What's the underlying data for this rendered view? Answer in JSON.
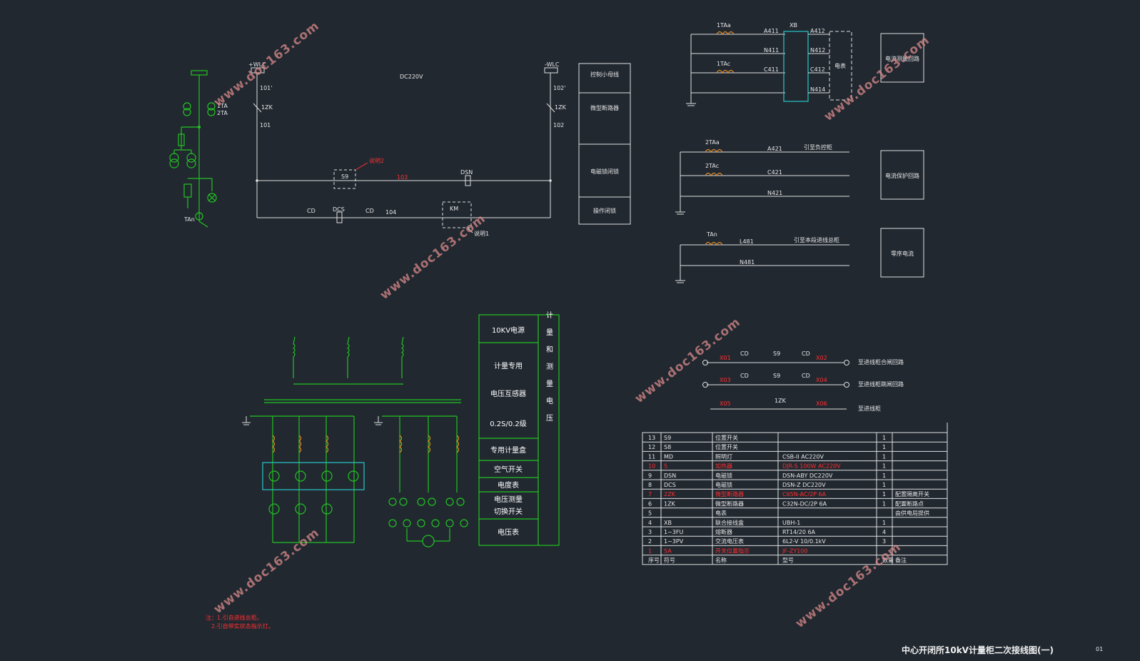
{
  "title_block": {
    "title": "中心开闭所10kV计量柜二次接线图(一)",
    "sheet": "01"
  },
  "watermark": "www.doc163.com",
  "single_line": {
    "bus": "1TA",
    "ta2": "2TA",
    "tan": "TAn"
  },
  "control_circuit": {
    "bus_left": "+WLC",
    "bus_right": "-WLC",
    "voltage": "DC220V",
    "w101p": "101'",
    "w102p": "102'",
    "w101": "101",
    "w102": "102",
    "zk_left": "1ZK",
    "zk_right": "1ZK",
    "s9": "S9",
    "s9_note": "说明2",
    "w103": "103",
    "dsn": "DSN",
    "cd_left": "CD",
    "dcs": "DCS",
    "cd_mid": "CD",
    "w104": "104",
    "km": "KM",
    "km_note": "说明1"
  },
  "side_labels": [
    "控制小母线",
    "微型断路器",
    "电磁锁闭锁",
    "操作闭锁"
  ],
  "ct_top": {
    "ta_a": "1TAa",
    "ta_c": "1TAc",
    "xb": "XB",
    "a411": "A411",
    "n411": "N411",
    "c411": "C411",
    "a412": "A412",
    "n412": "N412",
    "c412": "C412",
    "n414": "N414",
    "meter": "电表",
    "box": "电流测量回路"
  },
  "ct_mid": {
    "ta_a": "2TAa",
    "ta_c": "2TAc",
    "a421": "A421",
    "c421": "C421",
    "n421": "N421",
    "dest": "引至负控柜",
    "box": "电流保护回路"
  },
  "ct_bot": {
    "tan": "TAn",
    "l481": "L481",
    "n481": "N481",
    "dest": "引至本段进线总柜",
    "box": "零序电流"
  },
  "pt_panel": {
    "header": "10KV电源",
    "row1": "计量专用",
    "row2": "电压互感器",
    "row3": "0.2S/0.2级",
    "row4": "专用计量盒",
    "row5": "空气开关",
    "row6": "电度表",
    "row7": "电压测量",
    "row8": "切换开关",
    "row9": "电压表",
    "vertical": "计量和测量电压"
  },
  "interlock": {
    "r1": {
      "a": "X01",
      "cd": "CD",
      "s9": "S9",
      "cd2": "CD",
      "b": "X02",
      "dest": "至进线柜合闸回路"
    },
    "r2": {
      "a": "X03",
      "cd": "CD",
      "s9": "S9",
      "cd2": "CD",
      "b": "X04",
      "dest": "至进线柜跳闸回路"
    },
    "r3": {
      "a": "X05",
      "zk": "1ZK",
      "b": "X06",
      "dest": "至进线柜"
    }
  },
  "bom": {
    "header": [
      "序号",
      "符号",
      "名称",
      "型号",
      "数量",
      "备注"
    ],
    "rows": [
      {
        "no": "13",
        "sym": "S9",
        "name": "位置开关",
        "model": "",
        "qty": "1",
        "note": "",
        "red": false
      },
      {
        "no": "12",
        "sym": "S8",
        "name": "位置开关",
        "model": "",
        "qty": "1",
        "note": "",
        "red": false
      },
      {
        "no": "11",
        "sym": "MD",
        "name": "照明灯",
        "model": "CSB-II AC220V",
        "qty": "1",
        "note": "",
        "red": false
      },
      {
        "no": "10",
        "sym": "S",
        "name": "加热器",
        "model": "DJR-S 100W AC220V",
        "qty": "1",
        "note": "",
        "red": true
      },
      {
        "no": "9",
        "sym": "DSN",
        "name": "电磁锁",
        "model": "DSN-ABY DC220V",
        "qty": "1",
        "note": "",
        "red": false
      },
      {
        "no": "8",
        "sym": "DCS",
        "name": "电磁锁",
        "model": "DSN-Z DC220V",
        "qty": "1",
        "note": "",
        "red": false
      },
      {
        "no": "7",
        "sym": "2ZK",
        "name": "微型断路器",
        "model": "C65N-AC/2P 6A",
        "qty": "1",
        "note": "配置隔离开关",
        "red": true
      },
      {
        "no": "6",
        "sym": "1ZK",
        "name": "微型断路器",
        "model": "C32N-DC/2P 6A",
        "qty": "1",
        "note": "配置断路点",
        "red": false
      },
      {
        "no": "5",
        "sym": "",
        "name": "电表",
        "model": "",
        "qty": "",
        "note": "由供电局提供",
        "red": false
      },
      {
        "no": "4",
        "sym": "XB",
        "name": "联合接线盒",
        "model": "UBH-1",
        "qty": "1",
        "note": "",
        "red": false
      },
      {
        "no": "3",
        "sym": "1~3FU",
        "name": "熔断器",
        "model": "RT14/20 6A",
        "qty": "4",
        "note": "",
        "red": false
      },
      {
        "no": "2",
        "sym": "1~3PV",
        "name": "交流电压表",
        "model": "6L2-V 10/0.1kV",
        "qty": "3",
        "note": "",
        "red": false
      },
      {
        "no": "1",
        "sym": "SA",
        "name": "开关位置指示",
        "model": "JF-ZY100",
        "qty": "",
        "note": "",
        "red": true
      }
    ]
  },
  "notes": {
    "line1": "注：1.引自进线总柜。",
    "line2": "2.引自带实状态指示灯。"
  }
}
